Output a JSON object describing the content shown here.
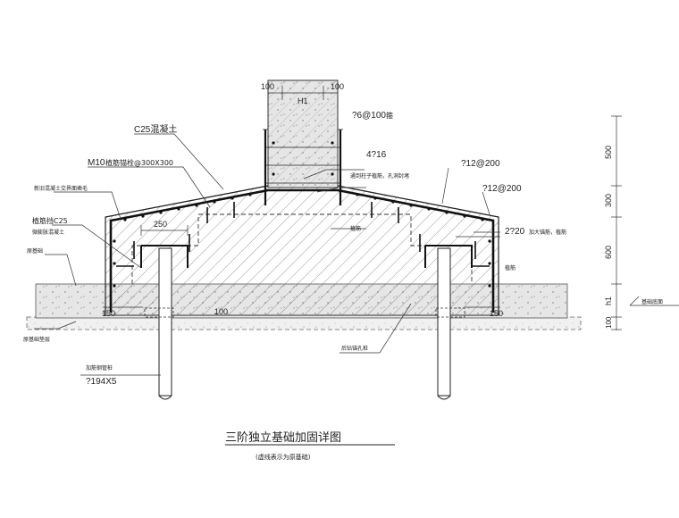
{
  "labels": {
    "c25_top": "C25混凝土",
    "m10": "M10",
    "m10_note": "植筋锚栓@300X300",
    "interface_note": "新旧混凝土交界面凿毛",
    "c25_left_a": "植筋挡C25",
    "c25_left_b": "微膨胀混凝土",
    "orig_foundation": "原基础",
    "orig_cushion": "原基础垫层",
    "steel_pipe_pile": "加筋钢管桩",
    "pile_size": "?194X5",
    "stirrup_top": "?6@100",
    "stirrup_top_unit": "箍",
    "bar_4_16": "4?16",
    "column_note": "通到柱子植筋，孔洞封堵",
    "rebar_12_a": "?12@200",
    "rebar_12_b": "?12@200",
    "rebar_2_20": "2?20",
    "rebar_2_20_note": "加大锚筋，植筋",
    "anchor_center": "植筋",
    "anchor_right": "植筋",
    "pile_hole_note": "后钻锚孔桩",
    "foundation_bottom": "基础底面",
    "title": "三阶独立基础加固详图",
    "subtitle": "(虚线表示为原基础)"
  },
  "dimensions": {
    "col_left": "100",
    "col_right": "100",
    "h1_top": "H1",
    "d250": "250",
    "d150_left": "150",
    "d150_right": "150",
    "d100_mid": "100",
    "side_500": "500",
    "side_300": "300",
    "side_600": "600",
    "side_h1": "h1",
    "side_100": "100"
  }
}
